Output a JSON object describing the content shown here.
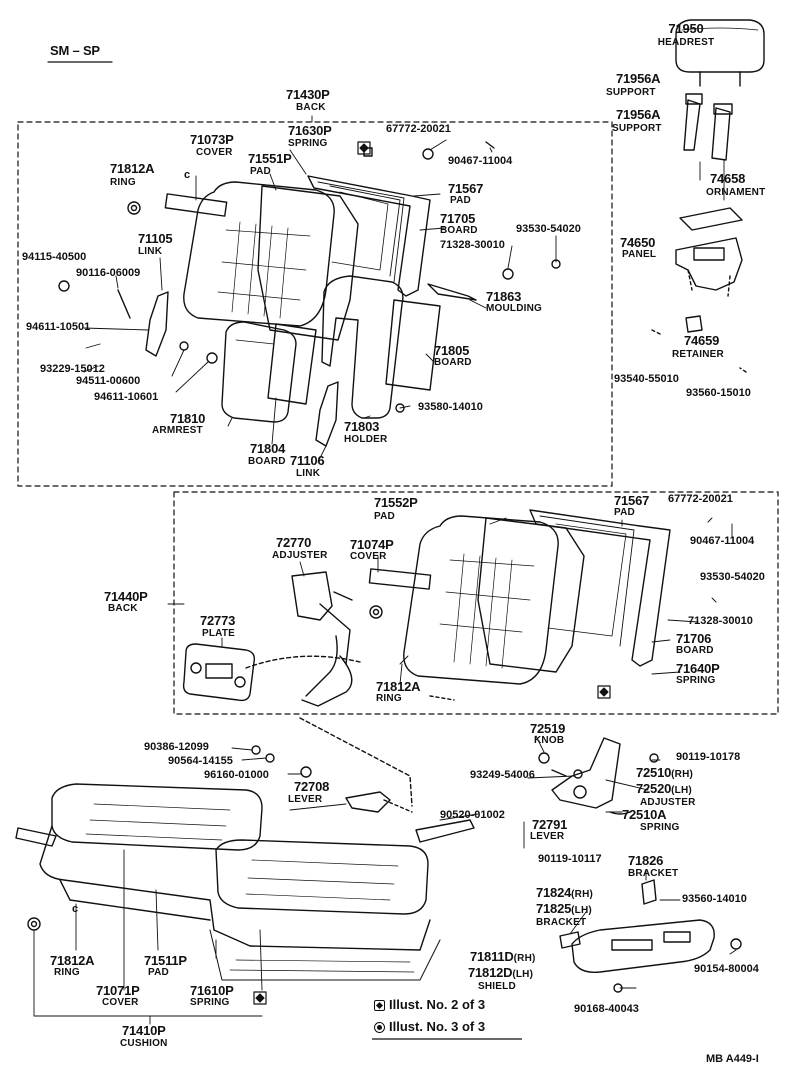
{
  "header": {
    "model": "SM – SP"
  },
  "footer": {
    "code": "MB   A449-I"
  },
  "legend": {
    "diamond": "Illust. No. 2 of 3",
    "circle": "Illust. No. 3 of 3"
  },
  "parts": [
    {
      "id": "p1",
      "number": "71950",
      "name": "HEADREST"
    },
    {
      "id": "p2",
      "number": "71956A",
      "name": "SUPPORT"
    },
    {
      "id": "p3",
      "number": "71956A",
      "name": "SUPPORT"
    },
    {
      "id": "p4",
      "number": "74658",
      "name": "ORNAMENT"
    },
    {
      "id": "p5",
      "number": "74650",
      "name": "PANEL"
    },
    {
      "id": "p6",
      "number": "74659",
      "name": "RETAINER"
    },
    {
      "id": "p7",
      "number": "93540-55010",
      "name": ""
    },
    {
      "id": "p8",
      "number": "93560-15010",
      "name": ""
    },
    {
      "id": "p9",
      "number": "71430P",
      "name": "BACK"
    },
    {
      "id": "p10",
      "number": "71073P",
      "name": "COVER"
    },
    {
      "id": "p11",
      "number": "71630P",
      "name": "SPRING"
    },
    {
      "id": "p12",
      "number": "71551P",
      "name": "PAD"
    },
    {
      "id": "p13",
      "number": "67772-20021",
      "name": ""
    },
    {
      "id": "p14",
      "number": "90467-11004",
      "name": ""
    },
    {
      "id": "p15",
      "number": "71812A",
      "name": "RING"
    },
    {
      "id": "p16",
      "number": "71567",
      "name": "PAD"
    },
    {
      "id": "p17",
      "number": "71705",
      "name": "BOARD"
    },
    {
      "id": "p18",
      "number": "93530-54020",
      "name": ""
    },
    {
      "id": "p19",
      "number": "71328-30010",
      "name": ""
    },
    {
      "id": "p20",
      "number": "71105",
      "name": "LINK"
    },
    {
      "id": "p21",
      "number": "94115-40500",
      "name": ""
    },
    {
      "id": "p22",
      "number": "90116-06009",
      "name": ""
    },
    {
      "id": "p23",
      "number": "71863",
      "name": "MOULDING"
    },
    {
      "id": "p24",
      "number": "94611-10501",
      "name": ""
    },
    {
      "id": "p25",
      "number": "71805",
      "name": "BOARD"
    },
    {
      "id": "p26",
      "number": "93229-15012",
      "name": ""
    },
    {
      "id": "p27",
      "number": "94511-00600",
      "name": ""
    },
    {
      "id": "p28",
      "number": "94611-10601",
      "name": ""
    },
    {
      "id": "p29",
      "number": "93580-14010",
      "name": ""
    },
    {
      "id": "p30",
      "number": "71810",
      "name": "ARMREST"
    },
    {
      "id": "p31",
      "number": "71803",
      "name": "HOLDER"
    },
    {
      "id": "p32",
      "number": "71804",
      "name": "BOARD"
    },
    {
      "id": "p33",
      "number": "71106",
      "name": "LINK"
    },
    {
      "id": "p34",
      "number": "71552P",
      "name": "PAD"
    },
    {
      "id": "p35",
      "number": "71567",
      "name": "PAD"
    },
    {
      "id": "p36",
      "number": "67772-20021",
      "name": ""
    },
    {
      "id": "p37",
      "number": "90467-11004",
      "name": ""
    },
    {
      "id": "p38",
      "number": "72770",
      "name": "ADJUSTER"
    },
    {
      "id": "p39",
      "number": "71074P",
      "name": "COVER"
    },
    {
      "id": "p40",
      "number": "93530-54020",
      "name": ""
    },
    {
      "id": "p41",
      "number": "71440P",
      "name": "BACK"
    },
    {
      "id": "p42",
      "number": "71328-30010",
      "name": ""
    },
    {
      "id": "p43",
      "number": "71706",
      "name": "BOARD"
    },
    {
      "id": "p44",
      "number": "72773",
      "name": "PLATE"
    },
    {
      "id": "p45",
      "number": "71640P",
      "name": "SPRING"
    },
    {
      "id": "p46",
      "number": "71812A",
      "name": "RING"
    },
    {
      "id": "p47",
      "number": "72519",
      "name": "KNOB"
    },
    {
      "id": "p48",
      "number": "90386-12099",
      "name": ""
    },
    {
      "id": "p49",
      "number": "90564-14155",
      "name": ""
    },
    {
      "id": "p50",
      "number": "90119-10178",
      "name": ""
    },
    {
      "id": "p51",
      "number": "96160-01000",
      "name": ""
    },
    {
      "id": "p52",
      "number": "93249-54006",
      "name": ""
    },
    {
      "id": "p53",
      "number": "72510",
      "name": "(RH)"
    },
    {
      "id": "p54",
      "number": "72520",
      "name": "(LH)"
    },
    {
      "id": "p55",
      "number": "",
      "name": "ADJUSTER"
    },
    {
      "id": "p56",
      "number": "72708",
      "name": "LEVER"
    },
    {
      "id": "p57",
      "number": "72510A",
      "name": "SPRING"
    },
    {
      "id": "p58",
      "number": "90520-01002",
      "name": ""
    },
    {
      "id": "p59",
      "number": "72791",
      "name": "LEVER"
    },
    {
      "id": "p60",
      "number": "90119-10117",
      "name": ""
    },
    {
      "id": "p61",
      "number": "71826",
      "name": "BRACKET"
    },
    {
      "id": "p62",
      "number": "71824",
      "name": "(RH)"
    },
    {
      "id": "p63",
      "number": "71825",
      "name": "(LH)"
    },
    {
      "id": "p64",
      "number": "",
      "name": "BRACKET"
    },
    {
      "id": "p65",
      "number": "93560-14010",
      "name": ""
    },
    {
      "id": "p66",
      "number": "71811D",
      "name": "(RH)"
    },
    {
      "id": "p67",
      "number": "71812D",
      "name": "(LH)"
    },
    {
      "id": "p68",
      "number": "",
      "name": "SHIELD"
    },
    {
      "id": "p69",
      "number": "90154-80004",
      "name": ""
    },
    {
      "id": "p70",
      "number": "90168-40043",
      "name": ""
    },
    {
      "id": "p71",
      "number": "71812A",
      "name": "RING"
    },
    {
      "id": "p72",
      "number": "71511P",
      "name": "PAD"
    },
    {
      "id": "p73",
      "number": "71071P",
      "name": "COVER"
    },
    {
      "id": "p74",
      "number": "71610P",
      "name": "SPRING"
    },
    {
      "id": "p75",
      "number": "71410P",
      "name": "CUSHION"
    }
  ]
}
